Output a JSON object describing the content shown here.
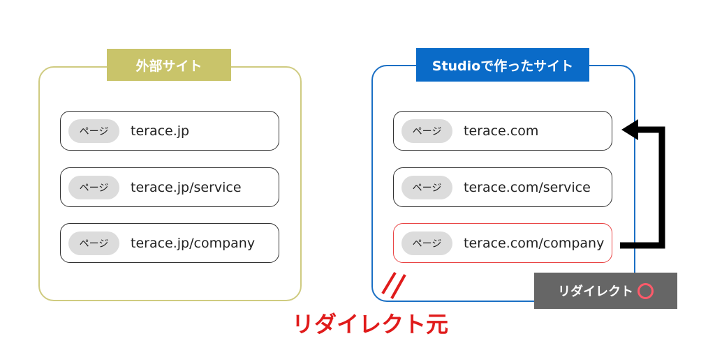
{
  "external_site": {
    "title": "外部サイト",
    "pages": [
      {
        "tag": "ページ",
        "url": "terace.jp"
      },
      {
        "tag": "ページ",
        "url": "terace.jp/service"
      },
      {
        "tag": "ページ",
        "url": "terace.jp/company"
      }
    ]
  },
  "studio_site": {
    "title": "Studioで作ったサイト",
    "pages": [
      {
        "tag": "ページ",
        "url": "terace.com"
      },
      {
        "tag": "ページ",
        "url": "terace.com/service"
      },
      {
        "tag": "ページ",
        "url": "terace.com/company"
      }
    ]
  },
  "redirect_badge": {
    "label": "リダイレクト",
    "icon": "circle-ok-icon"
  },
  "redirect_source_label": "リダイレクト元",
  "colors": {
    "external_accent": "#c9c46a",
    "studio_accent": "#0a6bc8",
    "highlight": "#e94545",
    "source_label": "#e01b1b",
    "badge_bg": "#666666"
  }
}
